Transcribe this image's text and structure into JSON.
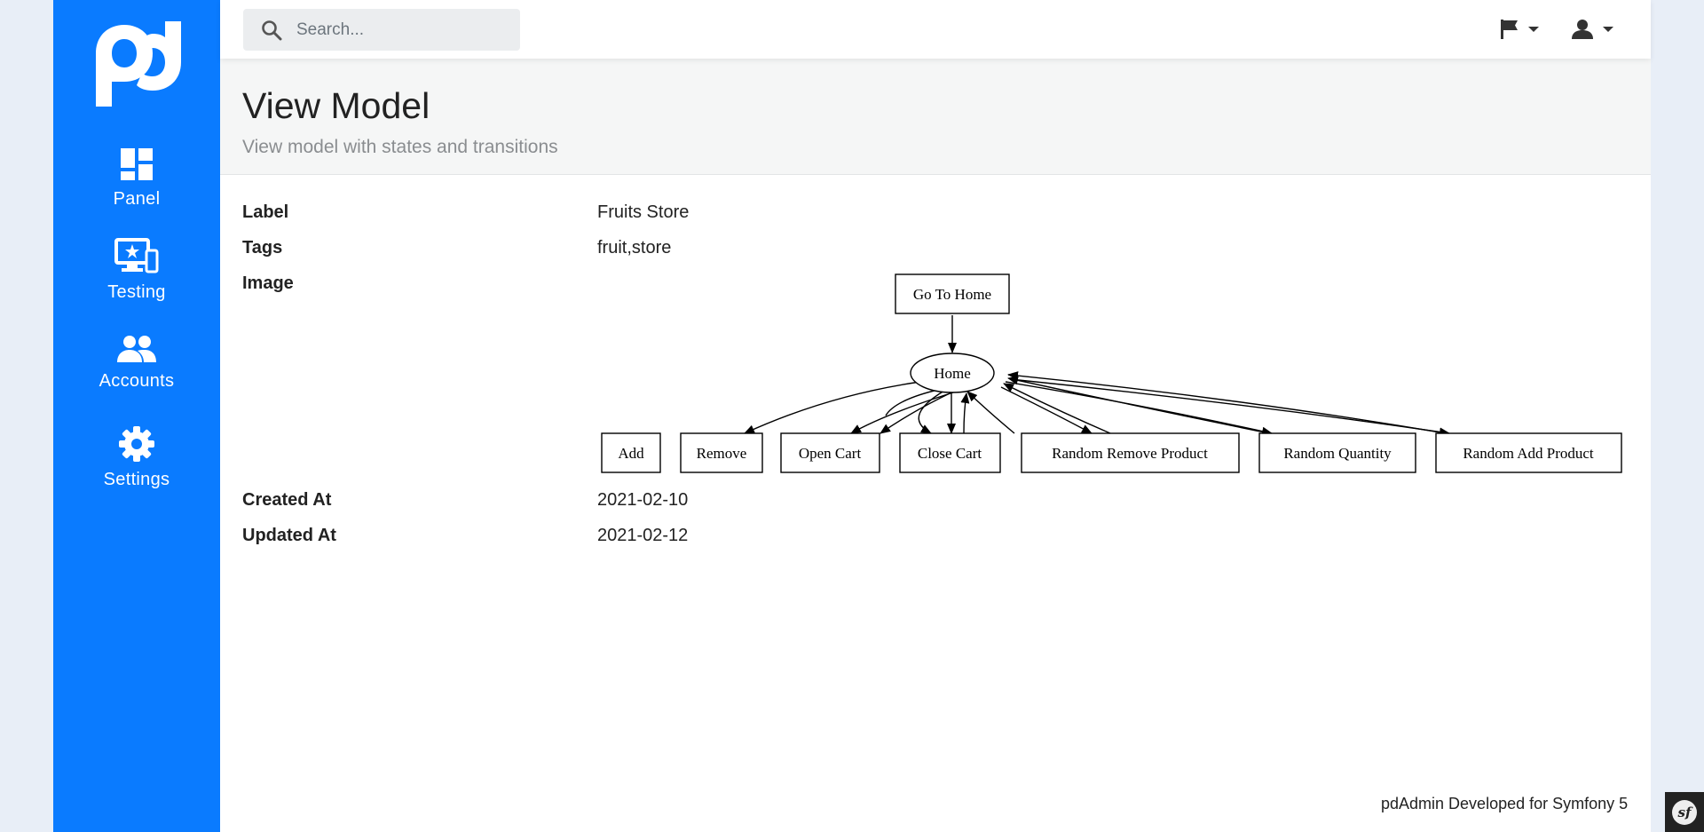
{
  "sidebar": {
    "logo_text": "pd",
    "items": [
      {
        "label": "Panel",
        "icon": "dashboard-icon"
      },
      {
        "label": "Testing",
        "icon": "testing-devices-icon"
      },
      {
        "label": "Accounts",
        "icon": "people-icon"
      },
      {
        "label": "Settings",
        "icon": "gear-icon"
      }
    ]
  },
  "search": {
    "placeholder": "Search...",
    "value": ""
  },
  "topbar": {
    "language_icon": "flag-icon",
    "user_icon": "user-icon"
  },
  "page": {
    "title": "View Model",
    "subtitle": "View model with states and transitions"
  },
  "details": {
    "label": {
      "name": "Label",
      "value": "Fruits Store"
    },
    "tags": {
      "name": "Tags",
      "value": "fruit,store"
    },
    "image": {
      "name": "Image"
    },
    "created": {
      "name": "Created At",
      "value": "2021-02-10"
    },
    "updated": {
      "name": "Updated At",
      "value": "2021-02-12"
    }
  },
  "graph": {
    "start": "Go To Home",
    "state": "Home",
    "transitions": [
      "Add",
      "Remove",
      "Open Cart",
      "Close Cart",
      "Random Remove Product",
      "Random Quantity",
      "Random Add Product"
    ]
  },
  "footer": {
    "text": "pdAdmin Developed for Symfony 5",
    "badge": "sf"
  },
  "colors": {
    "sidebar": "#0a7bff",
    "header_bg": "#f5f6f6",
    "page_bg": "#e8eef7"
  }
}
